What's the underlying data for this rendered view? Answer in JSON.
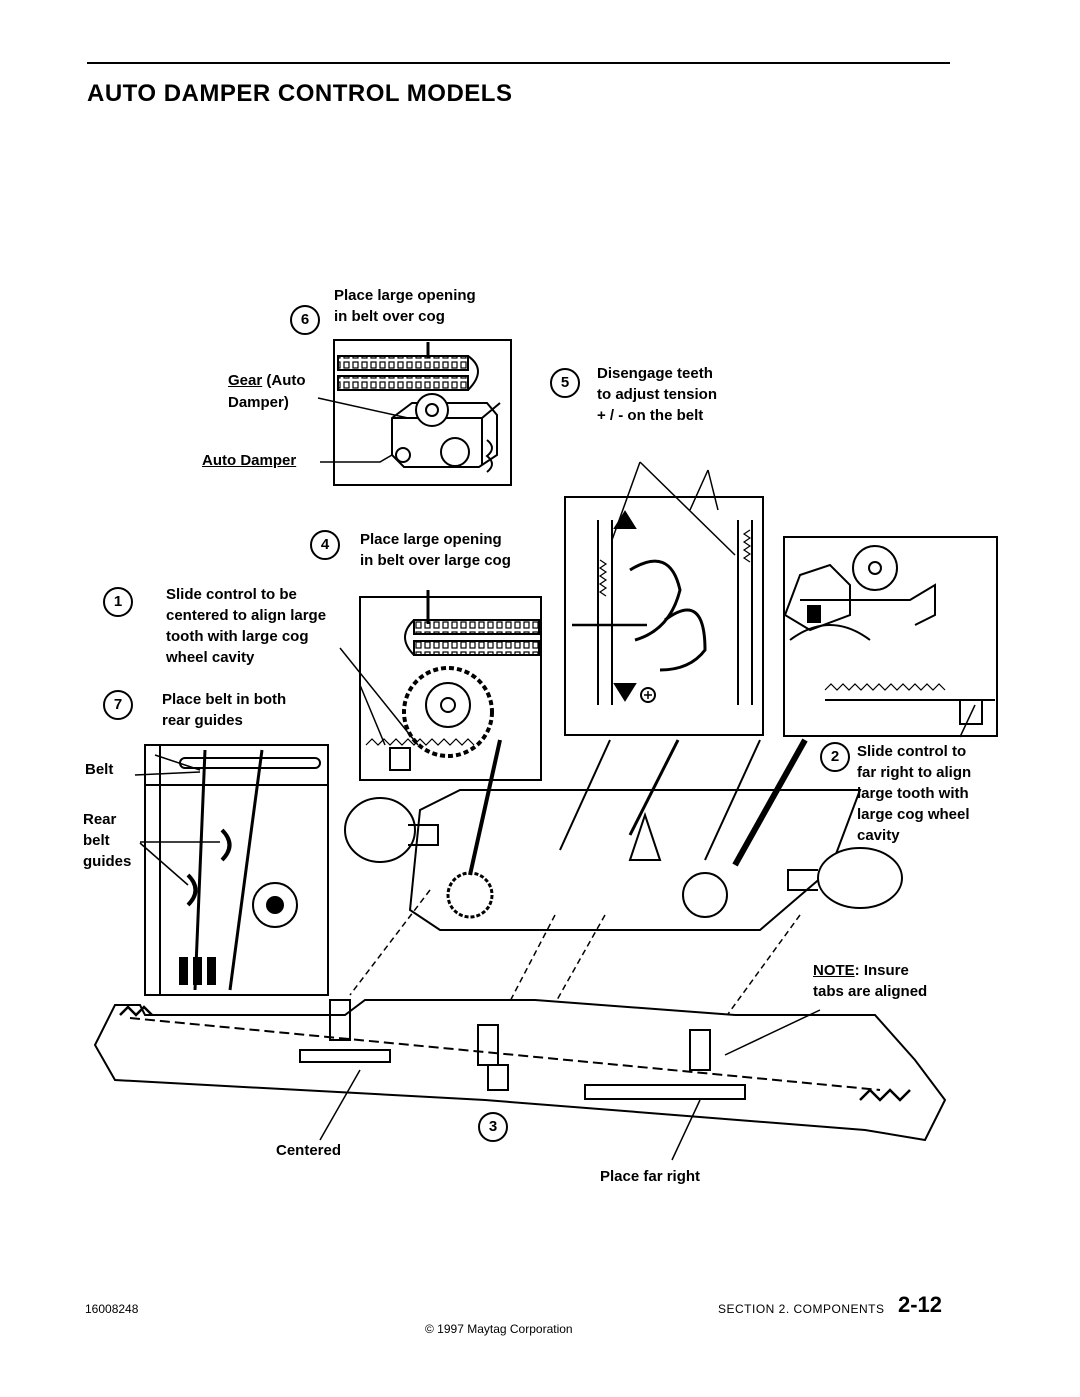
{
  "title": "AUTO DAMPER CONTROL MODELS",
  "steps": {
    "s1": {
      "num": "1",
      "text": "Slide control to be\ncentered to align large\ntooth with large cog\nwheel cavity"
    },
    "s2": {
      "num": "2",
      "text": "Slide control to\nfar right to align\nlarge tooth with\nlarge cog wheel\ncavity"
    },
    "s3": {
      "num": "3"
    },
    "s4": {
      "num": "4",
      "text": "Place large opening\nin belt over large cog"
    },
    "s5": {
      "num": "5",
      "text": "Disengage teeth\nto adjust tension\n+ / - on the belt"
    },
    "s6": {
      "num": "6",
      "line1": "Place large opening",
      "line2": "in belt over cog"
    },
    "s7": {
      "num": "7",
      "text": "Place belt in both\nrear guides"
    }
  },
  "labels": {
    "gear_word": "Gear",
    "gear_rest": " (Auto",
    "gear_line2": "Damper)",
    "auto_damper": "Auto Damper",
    "belt": "Belt",
    "rear_belt_guides": "Rear\nbelt\nguides",
    "note_word": "NOTE",
    "note_rest": ": Insure",
    "note_line2": "tabs are aligned",
    "centered": "Centered",
    "place_far_right": "Place far right"
  },
  "footer": {
    "doc_number": "16008248",
    "section": "SECTION 2. COMPONENTS",
    "page": "2-12",
    "copyright": "© 1997 Maytag Corporation"
  }
}
